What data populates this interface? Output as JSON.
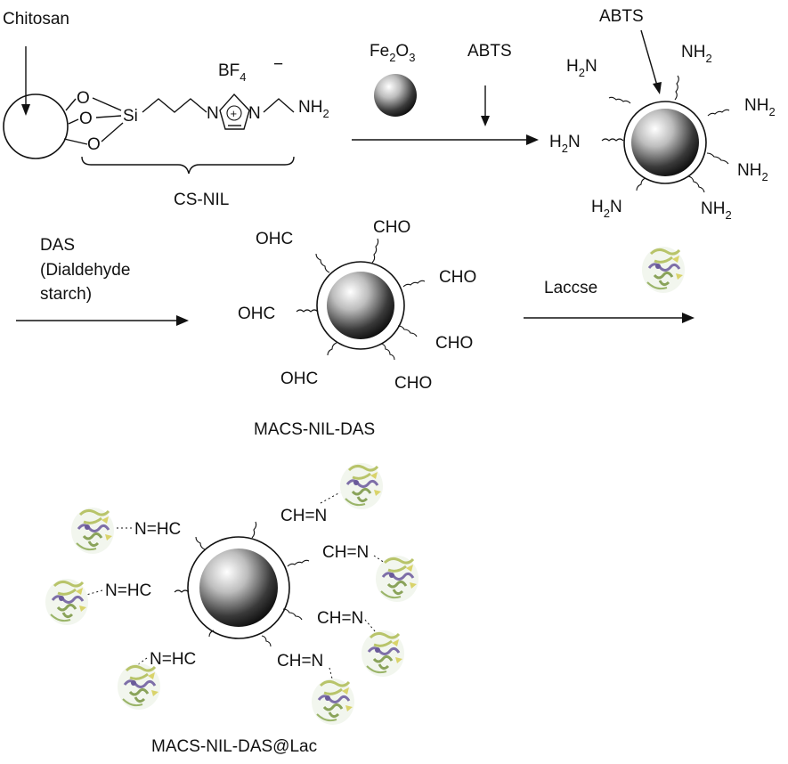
{
  "labels": {
    "chitosan": "Chitosan",
    "o": "O",
    "si": "Si",
    "n": "N",
    "plus": "+",
    "bf4": "BF",
    "bf4_sub": "4",
    "minus": "−",
    "nh2_tail": "NH",
    "nh2_sub": "2",
    "cs_nil": "CS-NIL",
    "fe2o3_fe": "Fe",
    "fe2o3_2": "2",
    "fe2o3_o": "O",
    "fe2o3_3": "3",
    "abts_arrow": "ABTS",
    "abts_top": "ABTS",
    "das": "DAS",
    "das_full": "(Dialdehyde",
    "das_full2": "starch)",
    "laccase": "Laccse",
    "macs_nil_das": "MACS-NIL-DAS",
    "macs_nil_das_lac": "MACS-NIL-DAS@Lac"
  },
  "amine_groups": [
    {
      "main": "H",
      "sub": "2",
      "tail": "N"
    },
    {
      "main": "NH",
      "sub": "2",
      "tail": ""
    },
    {
      "main": "NH",
      "sub": "2",
      "tail": ""
    },
    {
      "main": "H",
      "sub": "2",
      "tail": "N"
    },
    {
      "main": "NH",
      "sub": "2",
      "tail": ""
    },
    {
      "main": "H",
      "sub": "2",
      "tail": "N"
    },
    {
      "main": "NH",
      "sub": "2",
      "tail": ""
    }
  ],
  "aldehyde_groups": [
    "OHC",
    "CHO",
    "CHO",
    "OHC",
    "CHO",
    "OHC",
    "CHO"
  ],
  "imine_groups": [
    "N=HC",
    "CH=N",
    "CH=N",
    "N=HC",
    "CH=N",
    "N=HC",
    "CH=N"
  ],
  "colors": {
    "sphere_light": "#ffffff",
    "sphere_dark": "#1a1a1a",
    "enzyme_green": "#9bb56a",
    "enzyme_yellow": "#d9d36a",
    "enzyme_purple": "#7e6fa8"
  }
}
